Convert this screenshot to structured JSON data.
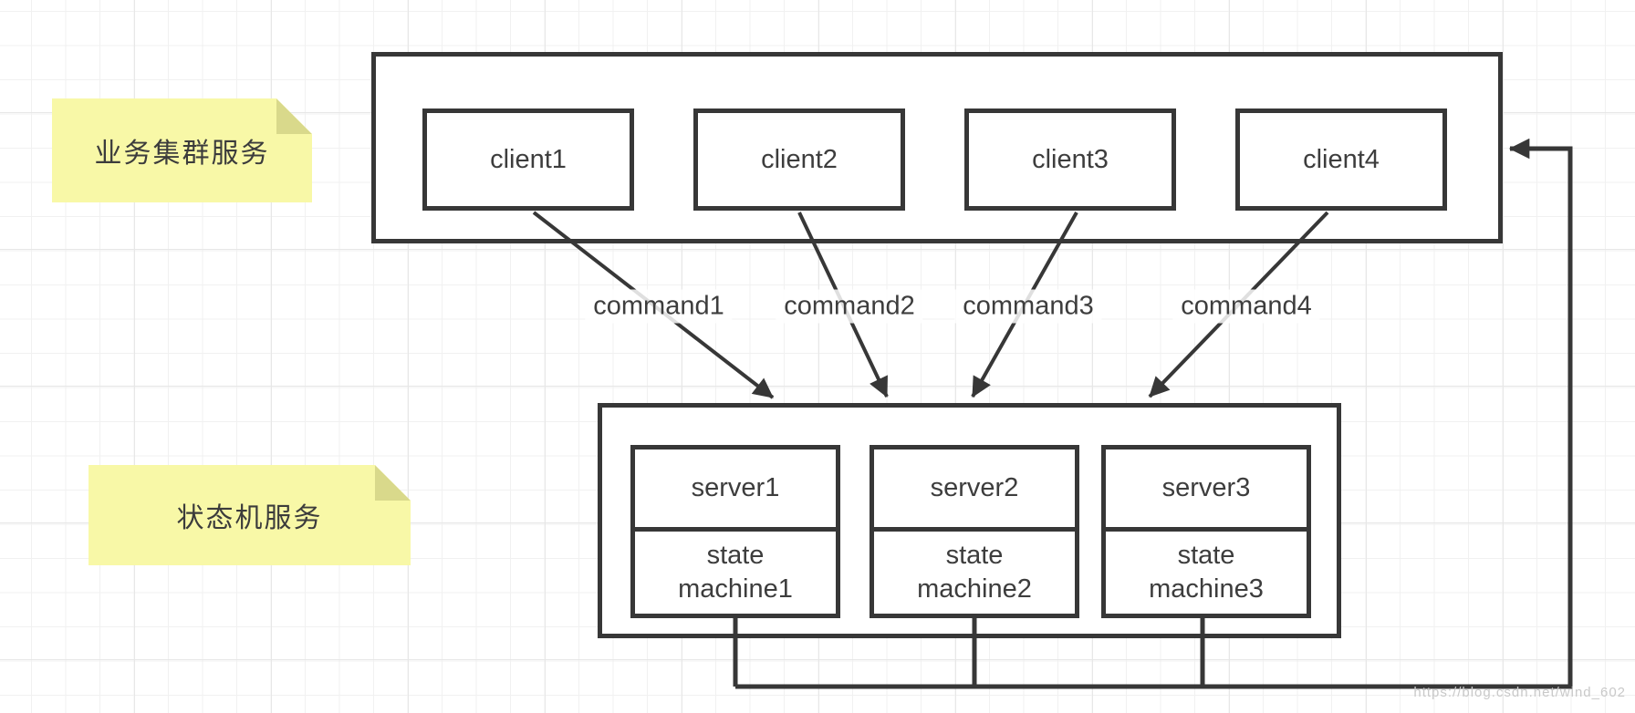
{
  "notes": [
    {
      "label": "业务集群服务"
    },
    {
      "label": "状态机服务"
    }
  ],
  "clients": [
    "client1",
    "client2",
    "client3",
    "client4"
  ],
  "commands": [
    "command1",
    "command2",
    "command3",
    "command4"
  ],
  "servers": [
    {
      "top": "server1",
      "bottom_lines": [
        "state",
        "machine1"
      ]
    },
    {
      "top": "server2",
      "bottom_lines": [
        "state",
        "machine2"
      ]
    },
    {
      "top": "server3",
      "bottom_lines": [
        "state",
        "machine3"
      ]
    }
  ],
  "watermark": "https://blog.csdn.net/wind_602",
  "colors": {
    "stroke": "#373737",
    "text": "#3d3d3d",
    "note_fill": "#f8f8a7",
    "note_fold": "#d9d98b",
    "grid_minor": "#f1f1f1",
    "grid_major": "#e7e7e7",
    "watermark": "#c9c9c9",
    "label_bg": "rgba(255,255,255,0.84)"
  }
}
